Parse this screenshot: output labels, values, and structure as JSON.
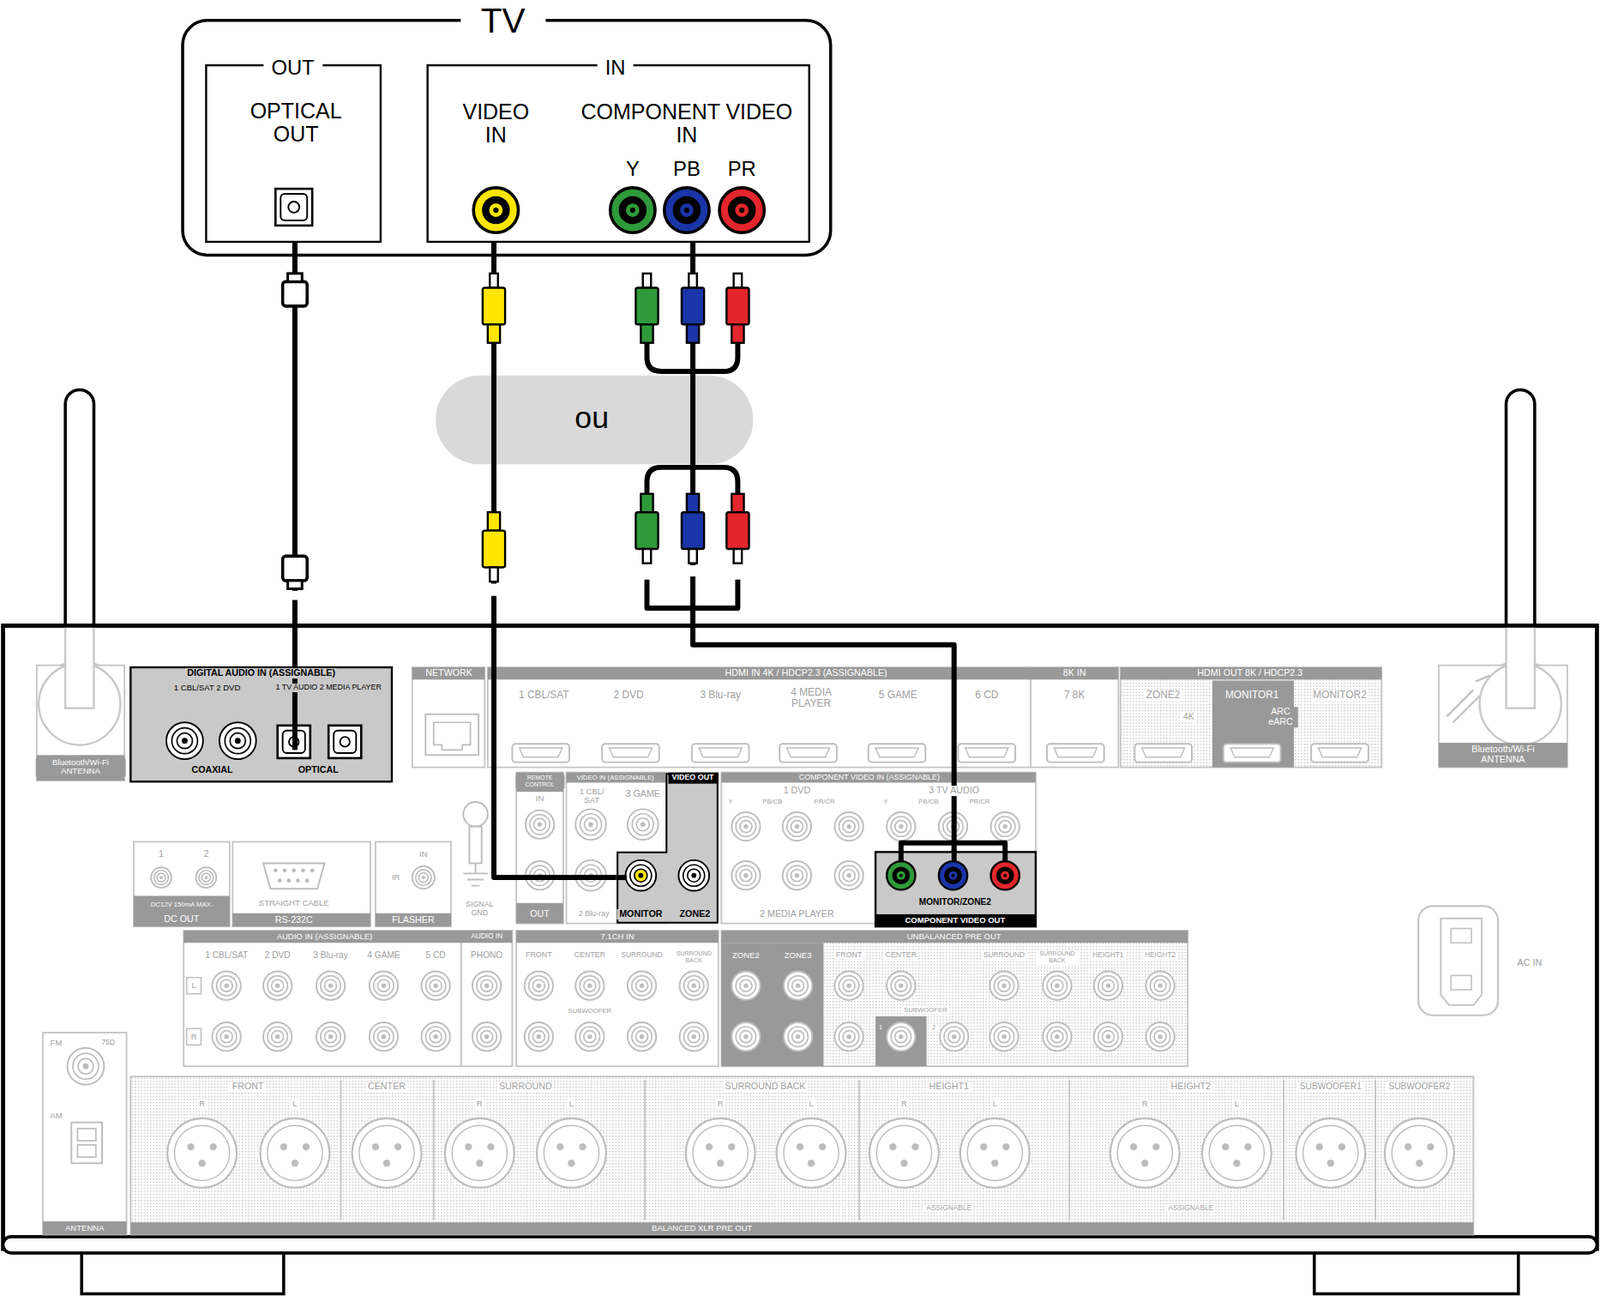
{
  "diagram": {
    "nodes": [
      {
        "text": [
          "TV"
        ]
      },
      {
        "text": [
          "OUT",
          "OPTICAL OUT"
        ],
        "in": 0
      },
      {
        "text": [
          "IN",
          "VIDEO IN",
          "COMPONENT VIDEO IN",
          "Y",
          "PB",
          "PR"
        ],
        "in": 0
      },
      {
        "text": [
          "ou"
        ]
      },
      {
        "text": [
          "Bluetooth/Wi-Fi ANTENNA"
        ]
      },
      {
        "text": [
          "DIGITAL AUDIO IN (ASSIGNABLE)",
          "1 CBL/SAT 2 DVD",
          "1 TV AUDIO 2 MEDIA PLAYER",
          "COAXIAL",
          "OPTICAL"
        ]
      },
      {
        "text": [
          "NETWORK"
        ]
      },
      {
        "text": [
          "HDMI IN 4K / HDCP2.3 (ASSIGNABLE)",
          "1 CBL/SAT",
          "2 DVD",
          "3 Blu-ray",
          "4 MEDIA PLAYER",
          "5 GAME",
          "6 CD"
        ]
      },
      {
        "text": [
          "8K IN",
          "7 8K"
        ]
      },
      {
        "text": [
          "HDMI OUT 8K / HDCP2.3",
          "ZONE2",
          "4K",
          "MONITOR1",
          "ARC eARC",
          "MONITOR2"
        ]
      },
      {
        "text": [
          "Bluetooth/Wi-Fi ANTENNA"
        ]
      },
      {
        "text": [
          "REMOTE CONTROL",
          "IN",
          "OUT"
        ]
      },
      {
        "text": [
          "VIDEO IN (ASSIGNABLE)",
          "1 CBL/ SAT",
          "3 GAME",
          "2 Blu-ray"
        ]
      },
      {
        "text": [
          "VIDEO OUT",
          "MONITOR",
          "ZONE2"
        ]
      },
      {
        "text": [
          "COMPONENT VIDEO IN (ASSIGNABLE)",
          "1 DVD",
          "3 TV AUDIO",
          "Y",
          "PB/CB",
          "PR/CR",
          "Y",
          "PB/CB",
          "PR/CR",
          "2 MEDIA PLAYER"
        ]
      },
      {
        "text": [
          "MONITOR/ZONE2",
          "COMPONENT VIDEO OUT"
        ]
      },
      {
        "text": [
          "1",
          "2",
          "DC12V 150mA MAX.",
          "DC OUT"
        ]
      },
      {
        "text": [
          "STRAIGHT CABLE",
          "RS-232C"
        ]
      },
      {
        "text": [
          "IN",
          "IR",
          "FLASHER"
        ]
      },
      {
        "text": [
          "AUDIO IN (ASSIGNABLE)",
          "1 CBL/SAT",
          "2 DVD",
          "3 Blu-ray",
          "4 GAME",
          "5 CD",
          "L",
          "R"
        ]
      },
      {
        "text": [
          "AUDIO IN",
          "PHONO"
        ]
      },
      {
        "text": [
          "7.1CH IN",
          "FRONT",
          "CENTER",
          "SURROUND",
          "SURROUND BACK",
          "SUBWOOFER"
        ]
      },
      {
        "text": [
          "UNBALANCED PRE OUT",
          "ZONE2",
          "ZONE3",
          "FRONT",
          "CENTER",
          "SURROUND",
          "SURROUND BACK",
          "HEIGHT1",
          "HEIGHT2",
          "SUBWOOFER",
          "1",
          "2"
        ]
      },
      {
        "text": [
          "FM",
          "75Ω",
          "AM",
          "ANTENNA"
        ]
      },
      {
        "text": [
          "FRONT",
          "R",
          "L",
          "CENTER",
          "SURROUND",
          "R",
          "L",
          "SURROUND BACK",
          "R",
          "L",
          "HEIGHT1",
          "R",
          "L",
          "ASSIGNABLE",
          "HEIGHT2",
          "R",
          "L",
          "ASSIGNABLE",
          "SUBWOOFER1",
          "SUBWOOFER2",
          "BALANCED XLR PRE OUT"
        ]
      }
    ],
    "edges": [
      {
        "from": 1,
        "to": 5,
        "arrow": "none"
      },
      {
        "from": 2,
        "to": 13,
        "arrow": "none"
      },
      {
        "from": 2,
        "to": 15,
        "arrow": "none"
      }
    ],
    "labels": [
      "SIGNAL GND",
      "AC IN"
    ]
  }
}
